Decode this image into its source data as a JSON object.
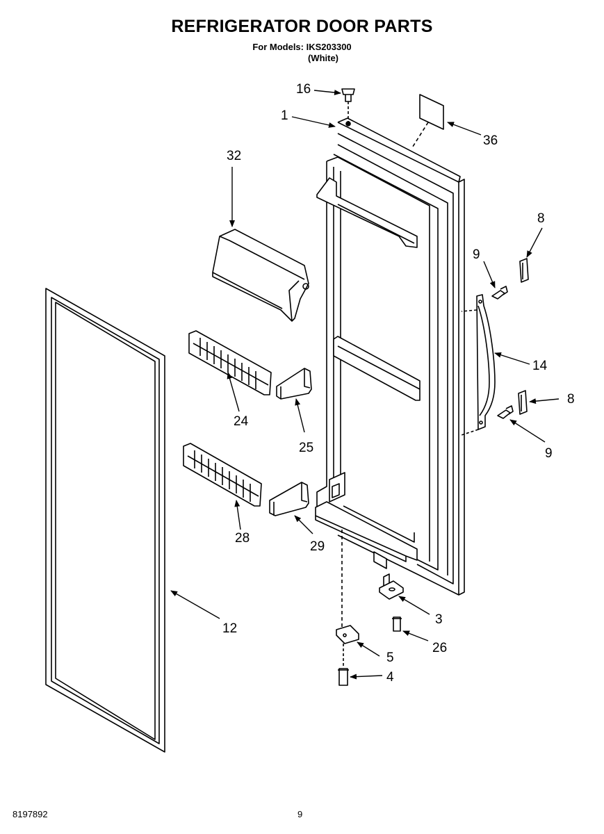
{
  "header": {
    "title": "REFRIGERATOR DOOR PARTS",
    "models_line": "For Models: IKS203300",
    "color_line": "(White)"
  },
  "footer": {
    "doc_number": "8197892",
    "page_number": "9"
  },
  "callouts": {
    "c16": "16",
    "c1": "1",
    "c36": "36",
    "c32": "32",
    "c8a": "8",
    "c9a": "9",
    "c14": "14",
    "c8b": "8",
    "c9b": "9",
    "c24": "24",
    "c25": "25",
    "c28": "28",
    "c29": "29",
    "c12": "12",
    "c3": "3",
    "c26": "26",
    "c5": "5",
    "c4": "4"
  }
}
